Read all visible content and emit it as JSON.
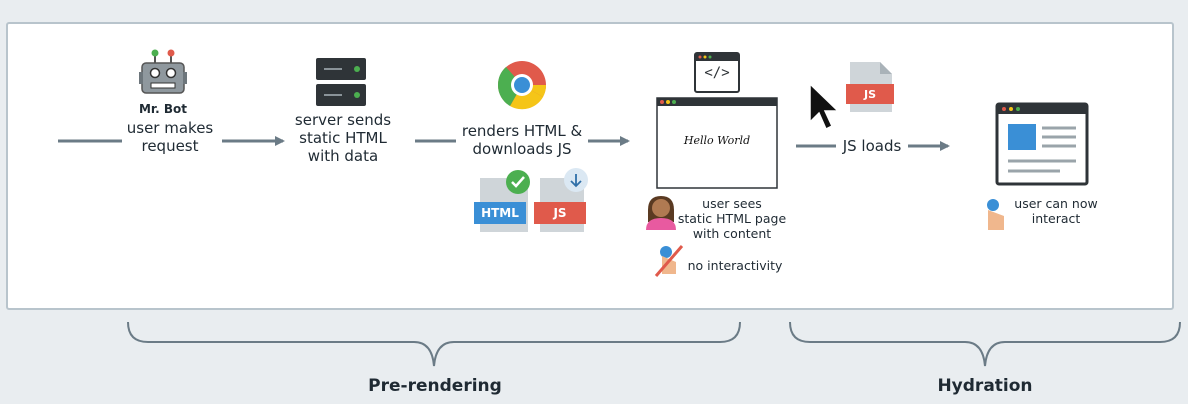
{
  "steps": {
    "bot_name": "Mr. Bot",
    "user_request": [
      "user makes",
      "request"
    ],
    "server": [
      "server sends",
      "static HTML",
      "with data"
    ],
    "browser": [
      "renders HTML &",
      "downloads JS"
    ],
    "html_file_tag": "HTML",
    "js_file_tag": "JS",
    "code_icon_text": "</>",
    "hello_world": "Hello World",
    "user_sees": [
      "user sees",
      "static HTML page",
      "with content"
    ],
    "no_interactivity": "no interactivity",
    "js_loads": "JS loads",
    "js_loads_tag": "JS",
    "user_interact": [
      "user can now",
      "interact"
    ]
  },
  "phases": {
    "prerendering": "Pre-rendering",
    "hydration": "Hydration"
  },
  "colors": {
    "arrow": "#6b7b86",
    "panel_border": "#b8c4cc",
    "js_red": "#e05a4b",
    "html_blue": "#3a8fd6",
    "check_green": "#4caf50"
  }
}
